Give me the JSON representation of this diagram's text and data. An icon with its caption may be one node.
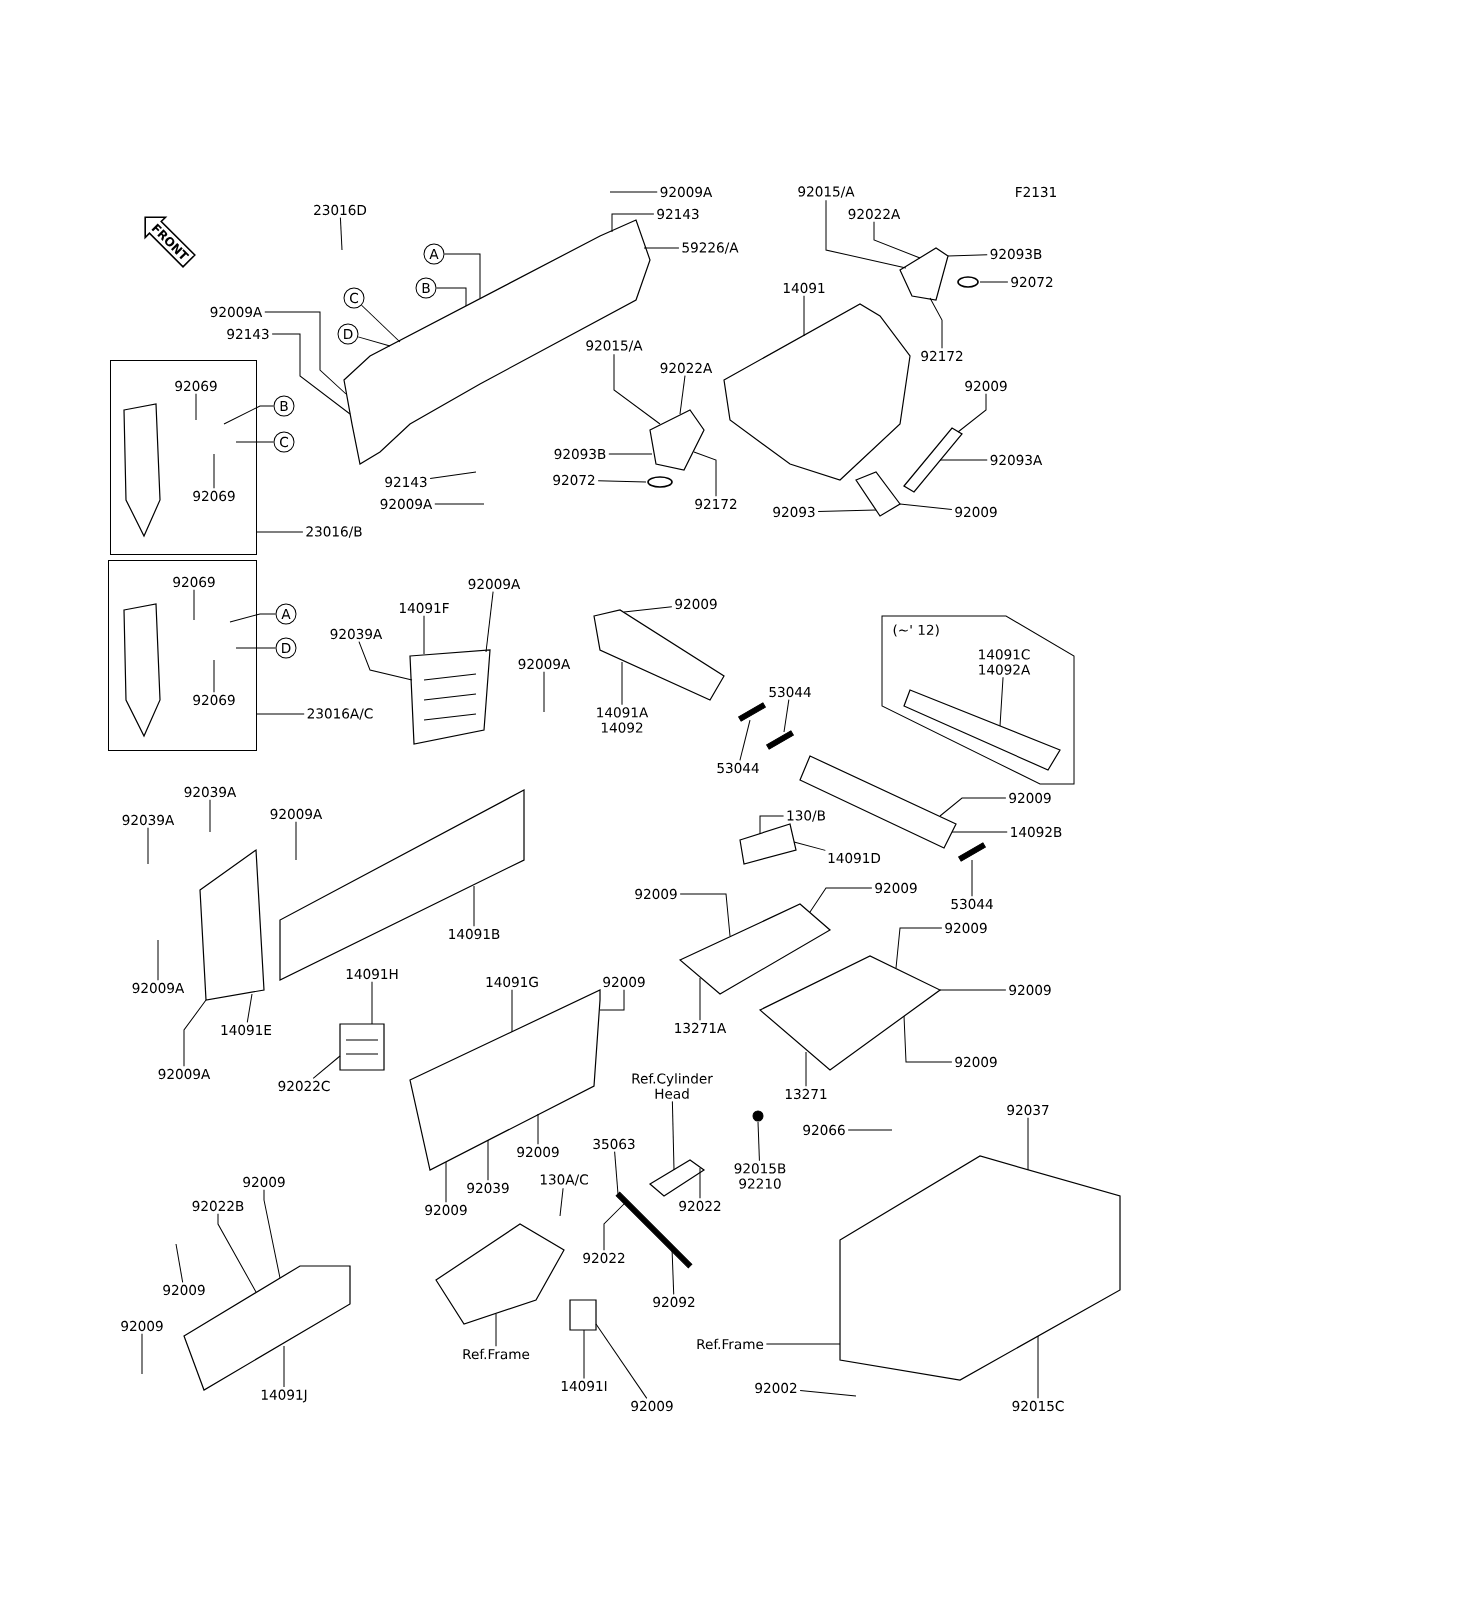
{
  "diagram": {
    "nodes": [
      {
        "text": [
          "FRONT"
        ]
      },
      {
        "text": [
          "23016D"
        ]
      },
      {
        "text": [
          "92009A"
        ]
      },
      {
        "text": [
          "92143"
        ]
      },
      {
        "text": [
          "59226/A"
        ]
      },
      {
        "text": [
          "A"
        ]
      },
      {
        "text": [
          "B"
        ]
      },
      {
        "text": [
          "C"
        ]
      },
      {
        "text": [
          "D"
        ]
      },
      {
        "text": [
          "92009A"
        ]
      },
      {
        "text": [
          "92143"
        ]
      },
      {
        "text": [
          "92015/A"
        ]
      },
      {
        "text": [
          "92022A"
        ]
      },
      {
        "text": [
          "92093B"
        ]
      },
      {
        "text": [
          "92072"
        ]
      },
      {
        "text": [
          "92172"
        ]
      },
      {
        "text": [
          "92143"
        ]
      },
      {
        "text": [
          "92009A"
        ]
      },
      {
        "text": [
          "92015/A"
        ]
      },
      {
        "text": [
          "92022A"
        ]
      },
      {
        "text": [
          "92093B"
        ]
      },
      {
        "text": [
          "92072"
        ]
      },
      {
        "text": [
          "14091"
        ]
      },
      {
        "text": [
          "92172"
        ]
      },
      {
        "text": [
          "92009"
        ]
      },
      {
        "text": [
          "92093A"
        ]
      },
      {
        "text": [
          "92093"
        ]
      },
      {
        "text": [
          "92009"
        ]
      },
      {
        "text": [],
        "shape": "box"
      },
      {
        "text": [
          "92069"
        ],
        "in": 28
      },
      {
        "text": [
          "B"
        ]
      },
      {
        "text": [
          "C"
        ]
      },
      {
        "text": [
          "92069"
        ],
        "in": 28
      },
      {
        "text": [
          "23016/B"
        ]
      },
      {
        "text": [],
        "shape": "box"
      },
      {
        "text": [
          "92069"
        ],
        "in": 34
      },
      {
        "text": [
          "A"
        ]
      },
      {
        "text": [
          "D"
        ]
      },
      {
        "text": [
          "92069"
        ],
        "in": 34
      },
      {
        "text": [
          "23016A/C"
        ]
      },
      {
        "text": [
          "92009A"
        ]
      },
      {
        "text": [
          "14091F"
        ]
      },
      {
        "text": [
          "92039A"
        ]
      },
      {
        "text": [
          "92009A"
        ]
      },
      {
        "text": [
          "92009"
        ]
      },
      {
        "text": [
          "14091A",
          "14092"
        ]
      },
      {
        "text": [
          "53044"
        ]
      },
      {
        "text": [
          "53044"
        ]
      },
      {
        "text": [
          "(~' 12)"
        ]
      },
      {
        "text": [
          "14091C",
          "14092A"
        ],
        "in": 48
      },
      {
        "text": [
          "92009"
        ]
      },
      {
        "text": [
          "14092B"
        ]
      },
      {
        "text": [
          "53044"
        ]
      },
      {
        "text": [
          "130/B"
        ]
      },
      {
        "text": [
          "14091D"
        ]
      },
      {
        "text": [
          "92009"
        ]
      },
      {
        "text": [
          "92009"
        ]
      },
      {
        "text": [
          "92009"
        ]
      },
      {
        "text": [
          "92009"
        ]
      },
      {
        "text": [
          "13271A"
        ]
      },
      {
        "text": [
          "92009"
        ]
      },
      {
        "text": [
          "13271"
        ]
      },
      {
        "text": [
          "92039A"
        ]
      },
      {
        "text": [
          "92039A"
        ]
      },
      {
        "text": [
          "92009A"
        ]
      },
      {
        "text": [
          "14091B"
        ]
      },
      {
        "text": [
          "92009A"
        ]
      },
      {
        "text": [
          "14091E"
        ]
      },
      {
        "text": [
          "92009A"
        ]
      },
      {
        "text": [
          "14091H"
        ]
      },
      {
        "text": [
          "14091G"
        ]
      },
      {
        "text": [
          "92009"
        ]
      },
      {
        "text": [
          "92022C"
        ]
      },
      {
        "text": [
          "Ref.Cylinder Head"
        ]
      },
      {
        "text": [
          "92009"
        ]
      },
      {
        "text": [
          "35063"
        ]
      },
      {
        "text": [
          "92015B",
          "92210"
        ]
      },
      {
        "text": [
          "92022"
        ]
      },
      {
        "text": [
          "92039"
        ]
      },
      {
        "text": [
          "92009"
        ]
      },
      {
        "text": [
          "130A/C"
        ]
      },
      {
        "text": [
          "92022"
        ]
      },
      {
        "text": [
          "92092"
        ]
      },
      {
        "text": [
          "92066"
        ]
      },
      {
        "text": [
          "92037"
        ]
      },
      {
        "text": [
          "Ref.Frame"
        ]
      },
      {
        "text": [
          "Ref.Frame"
        ]
      },
      {
        "text": [
          "14091I"
        ]
      },
      {
        "text": [
          "92009"
        ]
      },
      {
        "text": [
          "92002"
        ]
      },
      {
        "text": [
          "92015C"
        ]
      },
      {
        "text": [
          "92009"
        ]
      },
      {
        "text": [
          "92022B"
        ]
      },
      {
        "text": [
          "92009"
        ]
      },
      {
        "text": [
          "92009"
        ]
      },
      {
        "text": [
          "14091J"
        ]
      },
      {
        "text": [],
        "shape": "picture"
      },
      {
        "text": [],
        "shape": "picture"
      },
      {
        "text": [],
        "shape": "picture"
      },
      {
        "text": [],
        "shape": "picture"
      },
      {
        "text": [],
        "shape": "picture"
      },
      {
        "text": [],
        "shape": "picture"
      },
      {
        "text": [],
        "shape": "picture"
      },
      {
        "text": [],
        "shape": "picture",
        "in": 48
      },
      {
        "text": [],
        "shape": "picture"
      },
      {
        "text": [],
        "shape": "picture"
      },
      {
        "text": [],
        "shape": "picture"
      },
      {
        "text": [],
        "shape": "picture"
      },
      {
        "text": [],
        "shape": "picture"
      },
      {
        "text": [],
        "shape": "picture"
      },
      {
        "text": [],
        "shape": "picture"
      },
      {
        "text": [],
        "shape": "picture"
      },
      {
        "text": [],
        "shape": "picture"
      },
      {
        "text": [],
        "shape": "bar"
      },
      {
        "text": [],
        "shape": "picture",
        "in": 28
      },
      {
        "text": [],
        "shape": "picture",
        "in": 34
      },
      {
        "text": [],
        "shape": "picture"
      },
      {
        "text": [],
        "shape": "picture"
      },
      {
        "text": [],
        "shape": "picture"
      },
      {
        "text": [],
        "shape": "picture"
      },
      {
        "text": [],
        "shape": "ring"
      },
      {
        "text": [],
        "shape": "ring"
      },
      {
        "text": [],
        "shape": "bar"
      },
      {
        "text": [],
        "shape": "bar"
      },
      {
        "text": [],
        "shape": "bar"
      },
      {
        "text": [],
        "shape": "picture"
      },
      {
        "text": [],
        "shape": "circle"
      }
    ],
    "edges": [
      {
        "from": 1,
        "to": null,
        "arrow": "none"
      },
      {
        "from": 2,
        "to": null,
        "arrow": "none"
      },
      {
        "from": 3,
        "to": 96,
        "arrow": "none"
      },
      {
        "from": 4,
        "to": 96,
        "arrow": "none"
      },
      {
        "from": 5,
        "to": 96,
        "arrow": "none"
      },
      {
        "from": 6,
        "to": 96,
        "arrow": "none"
      },
      {
        "from": 7,
        "to": 96,
        "arrow": "none"
      },
      {
        "from": 8,
        "to": 96,
        "arrow": "none"
      },
      {
        "from": 9,
        "to": 96,
        "arrow": "none"
      },
      {
        "from": 10,
        "to": 96,
        "arrow": "none"
      },
      {
        "from": 11,
        "to": 116,
        "arrow": "none"
      },
      {
        "from": 12,
        "to": 116,
        "arrow": "none"
      },
      {
        "from": 13,
        "to": 116,
        "arrow": "none"
      },
      {
        "from": 14,
        "to": 120,
        "arrow": "none"
      },
      {
        "from": 15,
        "to": 116,
        "arrow": "none"
      },
      {
        "from": 16,
        "to": null,
        "arrow": "none"
      },
      {
        "from": 17,
        "to": null,
        "arrow": "none"
      },
      {
        "from": 18,
        "to": 117,
        "arrow": "none"
      },
      {
        "from": 19,
        "to": 117,
        "arrow": "none"
      },
      {
        "from": 20,
        "to": 117,
        "arrow": "none"
      },
      {
        "from": 21,
        "to": 121,
        "arrow": "none"
      },
      {
        "from": 22,
        "to": 97,
        "arrow": "none"
      },
      {
        "from": 23,
        "to": 117,
        "arrow": "none"
      },
      {
        "from": 24,
        "to": 118,
        "arrow": "none"
      },
      {
        "from": 25,
        "to": 118,
        "arrow": "none"
      },
      {
        "from": 26,
        "to": 119,
        "arrow": "none"
      },
      {
        "from": 27,
        "to": 119,
        "arrow": "none"
      },
      {
        "from": 29,
        "to": 28,
        "arrow": "none"
      },
      {
        "from": 30,
        "to": 28,
        "arrow": "none"
      },
      {
        "from": 31,
        "to": 28,
        "arrow": "none"
      },
      {
        "from": 32,
        "to": 28,
        "arrow": "none"
      },
      {
        "from": 33,
        "to": 28,
        "arrow": "none"
      },
      {
        "from": 35,
        "to": 34,
        "arrow": "none"
      },
      {
        "from": 36,
        "to": 34,
        "arrow": "none"
      },
      {
        "from": 37,
        "to": 34,
        "arrow": "none"
      },
      {
        "from": 38,
        "to": 34,
        "arrow": "none"
      },
      {
        "from": 39,
        "to": 34,
        "arrow": "none"
      },
      {
        "from": 40,
        "to": 98,
        "arrow": "none"
      },
      {
        "from": 41,
        "to": 98,
        "arrow": "none"
      },
      {
        "from": 42,
        "to": 98,
        "arrow": "none"
      },
      {
        "from": 43,
        "to": null,
        "arrow": "none"
      },
      {
        "from": 44,
        "to": 101,
        "arrow": "none"
      },
      {
        "from": 45,
        "to": 101,
        "arrow": "none"
      },
      {
        "from": 46,
        "to": 122,
        "arrow": "none"
      },
      {
        "from": 47,
        "to": 123,
        "arrow": "none"
      },
      {
        "from": 49,
        "to": 103,
        "arrow": "none"
      },
      {
        "from": 50,
        "to": 102,
        "arrow": "none"
      },
      {
        "from": 51,
        "to": 102,
        "arrow": "none"
      },
      {
        "from": 52,
        "to": 124,
        "arrow": "none"
      },
      {
        "from": 53,
        "to": 104,
        "arrow": "none"
      },
      {
        "from": 54,
        "to": 104,
        "arrow": "none"
      },
      {
        "from": 55,
        "to": 105,
        "arrow": "none"
      },
      {
        "from": 56,
        "to": 105,
        "arrow": "none"
      },
      {
        "from": 57,
        "to": 106,
        "arrow": "none"
      },
      {
        "from": 58,
        "to": 106,
        "arrow": "none"
      },
      {
        "from": 59,
        "to": 105,
        "arrow": "none"
      },
      {
        "from": 60,
        "to": 106,
        "arrow": "none"
      },
      {
        "from": 61,
        "to": 106,
        "arrow": "none"
      },
      {
        "from": 62,
        "to": null,
        "arrow": "none"
      },
      {
        "from": 63,
        "to": null,
        "arrow": "none"
      },
      {
        "from": 64,
        "to": null,
        "arrow": "none"
      },
      {
        "from": 65,
        "to": 99,
        "arrow": "none"
      },
      {
        "from": 66,
        "to": null,
        "arrow": "none"
      },
      {
        "from": 67,
        "to": 100,
        "arrow": "none"
      },
      {
        "from": 68,
        "to": 100,
        "arrow": "none"
      },
      {
        "from": 69,
        "to": 108,
        "arrow": "none"
      },
      {
        "from": 70,
        "to": 107,
        "arrow": "none"
      },
      {
        "from": 71,
        "to": 107,
        "arrow": "none"
      },
      {
        "from": 72,
        "to": 108,
        "arrow": "none"
      },
      {
        "from": 73,
        "to": 125,
        "arrow": "none"
      },
      {
        "from": 74,
        "to": 107,
        "arrow": "none"
      },
      {
        "from": 75,
        "to": 113,
        "arrow": "none"
      },
      {
        "from": 76,
        "to": 126,
        "arrow": "none"
      },
      {
        "from": 77,
        "to": 125,
        "arrow": "none"
      },
      {
        "from": 78,
        "to": 107,
        "arrow": "none"
      },
      {
        "from": 79,
        "to": 107,
        "arrow": "none"
      },
      {
        "from": 80,
        "to": null,
        "arrow": "none"
      },
      {
        "from": 81,
        "to": 113,
        "arrow": "none"
      },
      {
        "from": 82,
        "to": 113,
        "arrow": "none"
      },
      {
        "from": 83,
        "to": null,
        "arrow": "none"
      },
      {
        "from": 84,
        "to": 112,
        "arrow": "none"
      },
      {
        "from": 85,
        "to": 110,
        "arrow": "none"
      },
      {
        "from": 86,
        "to": 112,
        "arrow": "none"
      },
      {
        "from": 87,
        "to": 111,
        "arrow": "none"
      },
      {
        "from": 88,
        "to": 111,
        "arrow": "none"
      },
      {
        "from": 89,
        "to": null,
        "arrow": "none"
      },
      {
        "from": 90,
        "to": 112,
        "arrow": "none"
      },
      {
        "from": 91,
        "to": 109,
        "arrow": "none"
      },
      {
        "from": 92,
        "to": 109,
        "arrow": "none"
      },
      {
        "from": 93,
        "to": null,
        "arrow": "none"
      },
      {
        "from": 94,
        "to": null,
        "arrow": "none"
      },
      {
        "from": 95,
        "to": 109,
        "arrow": "none"
      }
    ],
    "labels": [
      "F2131"
    ]
  }
}
